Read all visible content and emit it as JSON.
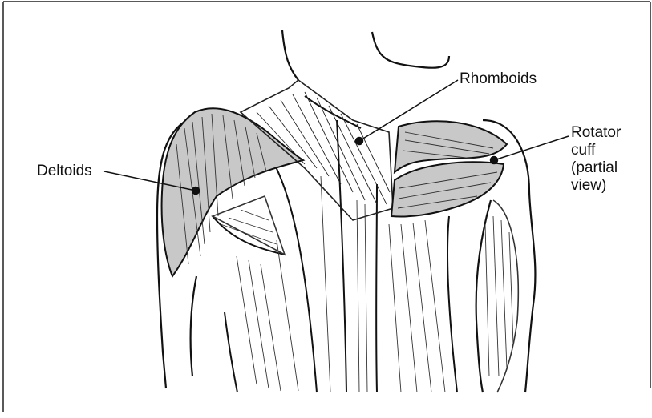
{
  "diagram": {
    "labels": {
      "rhomboids": "Rhomboids",
      "deltoids": "Deltoids",
      "rotator_cuff": [
        "Rotator",
        "cuff",
        "(partial",
        "view)"
      ]
    },
    "colors": {
      "muscle_highlight": "#c8c8c8",
      "line": "#111111",
      "frame": "#222222"
    }
  }
}
